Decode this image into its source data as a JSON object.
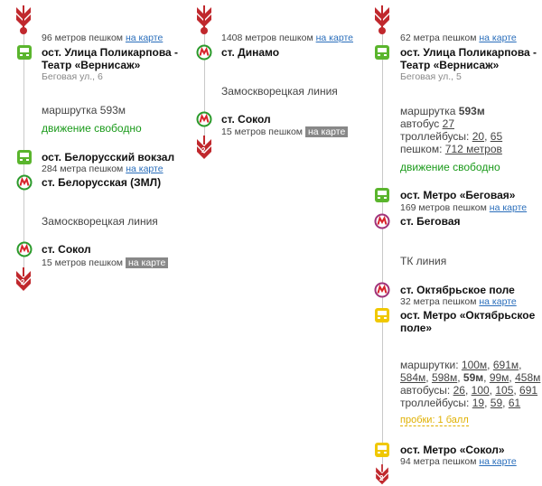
{
  "col1": {
    "walk1": "96 метров пешком",
    "map1": "на карте",
    "stop1_name_l1": "ост. Улица Поликарпова -",
    "stop1_name_l2": "Театр «Вернисаж»",
    "stop1_addr": "Беговая ул., 6",
    "route": "маршрутка 593м",
    "traffic": "движение свободно",
    "stop2_name": "ост. Белорусский вокзал",
    "walk2": "284 метра пешком",
    "map2": "на карте",
    "metro1": "ст. Белорусская (ЗМЛ)",
    "metro_line": "Замоскворецкая линия",
    "metro2": "ст. Сокол",
    "walk3": "15 метров пешком",
    "map3": "на карте",
    "arrow_num": "2"
  },
  "col2": {
    "walk1": "1408 метров пешком",
    "map1": "на карте",
    "metro1": "ст. Динамо",
    "metro_line": "Замоскворецкая линия",
    "metro2": "ст. Сокол",
    "walk2": "15 метров пешком",
    "map2": "на карте",
    "arrow_num": "2"
  },
  "col3": {
    "walk1": "62 метра пешком",
    "map1": "на карте",
    "stop1_name_l1": "ост. Улица Поликарпова -",
    "stop1_name_l2": "Театр «Вернисаж»",
    "stop1_addr": "Беговая ул., 5",
    "marshrutka_label": "маршрутка",
    "marshrutka_val": "593м",
    "bus_label": "автобус",
    "bus_val": "27",
    "trolley_label": "троллейбусы:",
    "trolley_vals": [
      "20",
      "65"
    ],
    "foot_label": "пешком:",
    "foot_val": "712 метров",
    "traffic": "движение свободно",
    "stop2_name": "ост. Метро «Беговая»",
    "walk2": "169 метров пешком",
    "map2": "на карте",
    "metro1": "ст. Беговая",
    "metro_line": "ТК линия",
    "metro2": "ст. Октябрьское поле",
    "walk3": "32 метра пешком",
    "map3": "на карте",
    "stop3_name_l1": "ост. Метро «Октябрьское",
    "stop3_name_l2": "поле»",
    "m_label": "маршрутки:",
    "m_vals_row1": [
      "100м",
      "691м"
    ],
    "m_vals_row2": [
      "584м",
      "598м",
      "59м",
      "99м",
      "458м"
    ],
    "bus2_label": "автобусы:",
    "bus2_vals": [
      "26",
      "100",
      "105",
      "691"
    ],
    "trolley2_label": "троллейбусы:",
    "trolley2_vals": [
      "19",
      "59",
      "61"
    ],
    "jam": "пробки: 1 балл",
    "stop4_name": "ост. Метро «Сокол»",
    "walk4": "94 метра пешком",
    "map4": "на карте",
    "arrow_num": "2"
  },
  "colors": {
    "arrow": "#c0282d",
    "bus_green": "#5ab52d",
    "metro_green_ring": "#2b9a2b",
    "metro_purple_ring": "#a0327a",
    "bus_yellow": "#f0c800",
    "traffic_green": "#1a9a1a",
    "link": "#2a6ebb"
  },
  "icons": [
    "arrow-down-icon",
    "bus-icon",
    "metro-icon"
  ]
}
